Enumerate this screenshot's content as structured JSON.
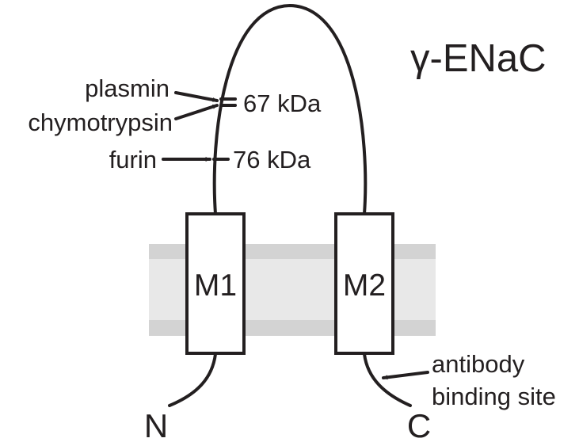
{
  "title": "γ-ENaC",
  "cleavage_sites": {
    "plasmin": "plasmin",
    "chymotrypsin": "chymotrypsin",
    "furin": "furin",
    "fragment_67": "67 kDa",
    "fragment_76": "76 kDa"
  },
  "transmembrane": {
    "m1": "M1",
    "m2": "M2"
  },
  "termini": {
    "n": "N",
    "c": "C"
  },
  "antibody": {
    "line1": "antibody",
    "line2": "binding site"
  },
  "colors": {
    "ink": "#231f20",
    "membrane_light": "#e8e8e8",
    "membrane_dark": "#d3d3d3"
  }
}
